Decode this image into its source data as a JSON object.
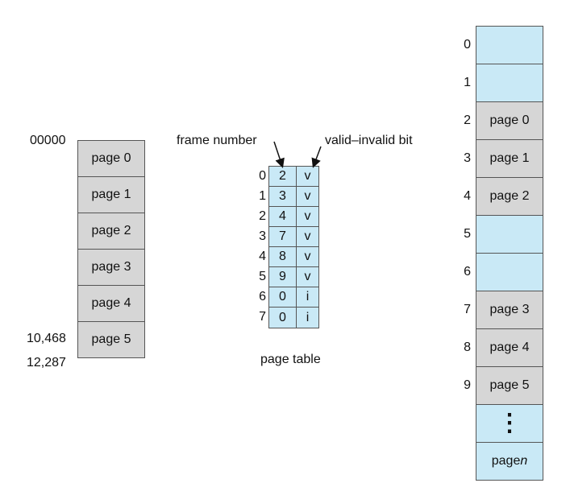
{
  "logical_memory": {
    "pages": [
      "page 0",
      "page 1",
      "page 2",
      "page 3",
      "page 4",
      "page 5"
    ],
    "address_labels": {
      "start": "00000",
      "page5_start": "10,468",
      "end": "12,287"
    }
  },
  "page_table": {
    "label": "page table",
    "frame_number_label": "frame number",
    "valid_invalid_label": "valid–invalid bit",
    "indices": [
      "0",
      "1",
      "2",
      "3",
      "4",
      "5",
      "6",
      "7"
    ],
    "entries": [
      {
        "frame": "2",
        "bit": "v"
      },
      {
        "frame": "3",
        "bit": "v"
      },
      {
        "frame": "4",
        "bit": "v"
      },
      {
        "frame": "7",
        "bit": "v"
      },
      {
        "frame": "8",
        "bit": "v"
      },
      {
        "frame": "9",
        "bit": "v"
      },
      {
        "frame": "0",
        "bit": "i"
      },
      {
        "frame": "0",
        "bit": "i"
      }
    ]
  },
  "physical_memory": {
    "frame_indices": [
      "0",
      "1",
      "2",
      "3",
      "4",
      "5",
      "6",
      "7",
      "8",
      "9"
    ],
    "frames": [
      {
        "label": "",
        "kind": "free"
      },
      {
        "label": "",
        "kind": "free"
      },
      {
        "label": "page 0",
        "kind": "used"
      },
      {
        "label": "page 1",
        "kind": "used"
      },
      {
        "label": "page 2",
        "kind": "used"
      },
      {
        "label": "",
        "kind": "free"
      },
      {
        "label": "",
        "kind": "free"
      },
      {
        "label": "page 3",
        "kind": "used"
      },
      {
        "label": "page 4",
        "kind": "used"
      },
      {
        "label": "page 5",
        "kind": "used"
      },
      {
        "label": "⋮",
        "kind": "dots"
      },
      {
        "label": "page n",
        "kind": "free"
      }
    ]
  },
  "colors": {
    "free": "#c9e9f6",
    "used": "#d6d6d6",
    "border": "#555555"
  }
}
